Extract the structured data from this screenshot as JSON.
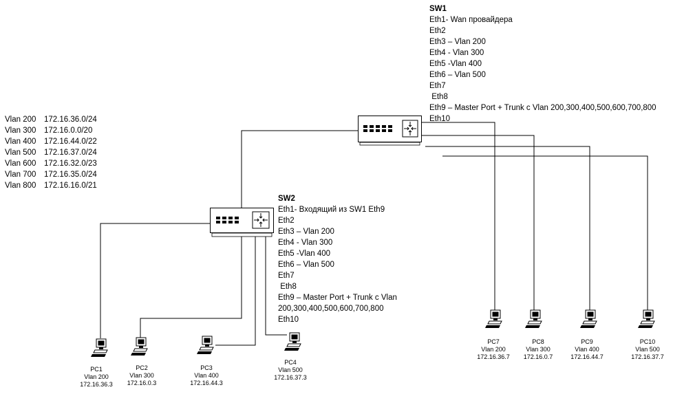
{
  "vlan_table": [
    {
      "vlan": "Vlan 200",
      "subnet": "172.16.36.0/24"
    },
    {
      "vlan": "Vlan 300",
      "subnet": "172.16.0.0/20"
    },
    {
      "vlan": "Vlan 400",
      "subnet": "172.16.44.0/22"
    },
    {
      "vlan": "Vlan 500",
      "subnet": "172.16.37.0/24"
    },
    {
      "vlan": "Vlan 600",
      "subnet": "172.16.32.0/23"
    },
    {
      "vlan": "Vlan 700",
      "subnet": "172.16.35.0/24"
    },
    {
      "vlan": "Vlan 800",
      "subnet": "172.16.16.0/21"
    }
  ],
  "sw1": {
    "title": "SW1",
    "ports": [
      "Eth1- Wan провайдера",
      "Eth2",
      "Eth3 – Vlan 200",
      "Eth4 - Vlan 300",
      "Eth5 -Vlan 400",
      "Eth6 – Vlan 500",
      "Eth7",
      " Eth8",
      "Eth9 – Master Port + Trunk c Vlan 200,300,400,500,600,700,800",
      "Eth10"
    ]
  },
  "sw2": {
    "title": "SW2",
    "ports": [
      "Eth1- Входящий из SW1 Eth9",
      "Eth2",
      "Eth3 – Vlan 200",
      "Eth4 - Vlan 300",
      "Eth5 -Vlan 400",
      "Eth6 – Vlan 500",
      "Eth7",
      " Eth8",
      "Eth9 – Master Port + Trunk c Vlan",
      "200,300,400,500,600,700,800",
      "Eth10"
    ]
  },
  "pcs": [
    {
      "name": "PC1",
      "vlan": "Vlan 200",
      "ip": "172.16.36.3"
    },
    {
      "name": "PC2",
      "vlan": "Vlan 300",
      "ip": "172.16.0.3"
    },
    {
      "name": "PC3",
      "vlan": "Vlan 400",
      "ip": "172.16.44.3"
    },
    {
      "name": "PC4",
      "vlan": "Vlan 500",
      "ip": "172.16.37.3"
    },
    {
      "name": "PC7",
      "vlan": "Vlan 200",
      "ip": "172.16.36.7"
    },
    {
      "name": "PC8",
      "vlan": "Vlan 300",
      "ip": "172.16.0.7"
    },
    {
      "name": "PC9",
      "vlan": "Vlan 400",
      "ip": "172.16.44.7"
    },
    {
      "name": "PC10",
      "vlan": "Vlan 500",
      "ip": "172.16.37.7"
    }
  ]
}
